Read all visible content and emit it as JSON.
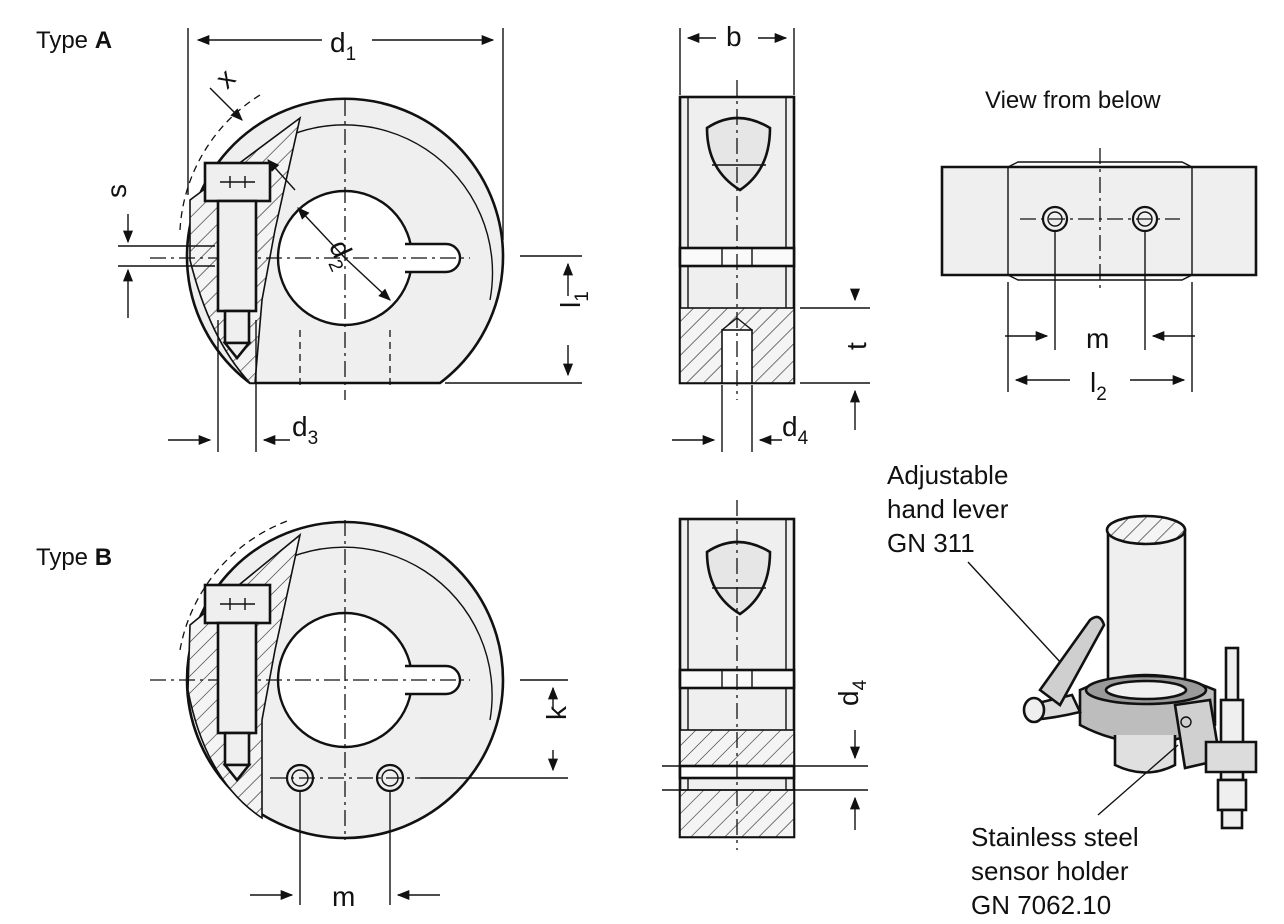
{
  "type_a": {
    "title_prefix": "Type ",
    "title_letter": "A",
    "d1": "d",
    "d1_sub": "1",
    "x": "x",
    "s": "s",
    "d2": "d",
    "d2_sub": "2",
    "l1": "l",
    "l1_sub": "1",
    "d3": "d",
    "d3_sub": "3",
    "b": "b",
    "t": "t",
    "d4": "d",
    "d4_sub": "4"
  },
  "view_below": {
    "caption": "View from below",
    "m": "m",
    "l2": "l",
    "l2_sub": "2"
  },
  "type_b": {
    "title_prefix": "Type ",
    "title_letter": "B",
    "k": "k",
    "m": "m",
    "d4": "d",
    "d4_sub": "4"
  },
  "application": {
    "lever_lines": [
      "Adjustable",
      "hand lever",
      "GN 311"
    ],
    "holder_lines": [
      "Stainless steel",
      "sensor holder",
      "GN 7062.10"
    ]
  }
}
